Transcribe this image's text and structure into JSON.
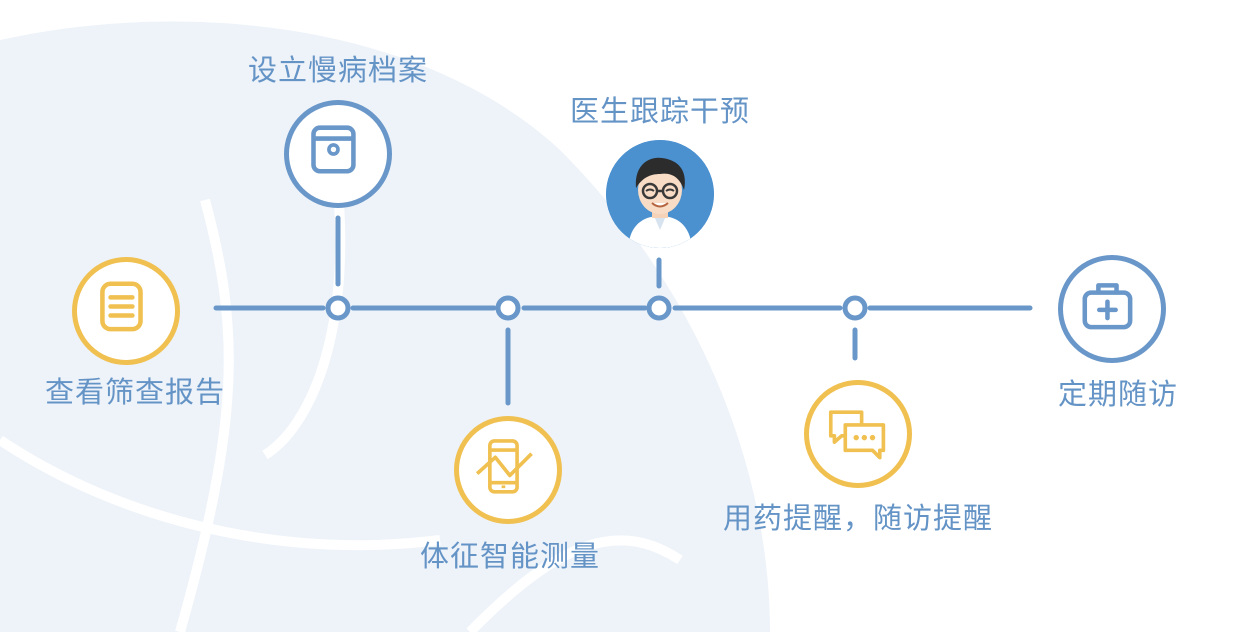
{
  "steps": {
    "view_report": "查看筛查报告",
    "chronic_file": "设立慢病档案",
    "vitals_measure": "体征智能测量",
    "doctor_followup": "医生跟踪干预",
    "reminders": "用药提醒，随访提醒",
    "regular_visit": "定期随访"
  },
  "colors": {
    "line": "#6a97c9",
    "yellow": "#f0c050",
    "blue": "#6a97c9",
    "label_blue": "#6493c6",
    "background_shape": "#eef3f9"
  },
  "icons": {
    "view_report": "document-icon",
    "chronic_file": "archive-box-icon",
    "vitals_measure": "smartphone-chart-icon",
    "doctor_followup": "doctor-avatar",
    "reminders": "chat-bubbles-icon",
    "regular_visit": "medical-kit-icon"
  }
}
